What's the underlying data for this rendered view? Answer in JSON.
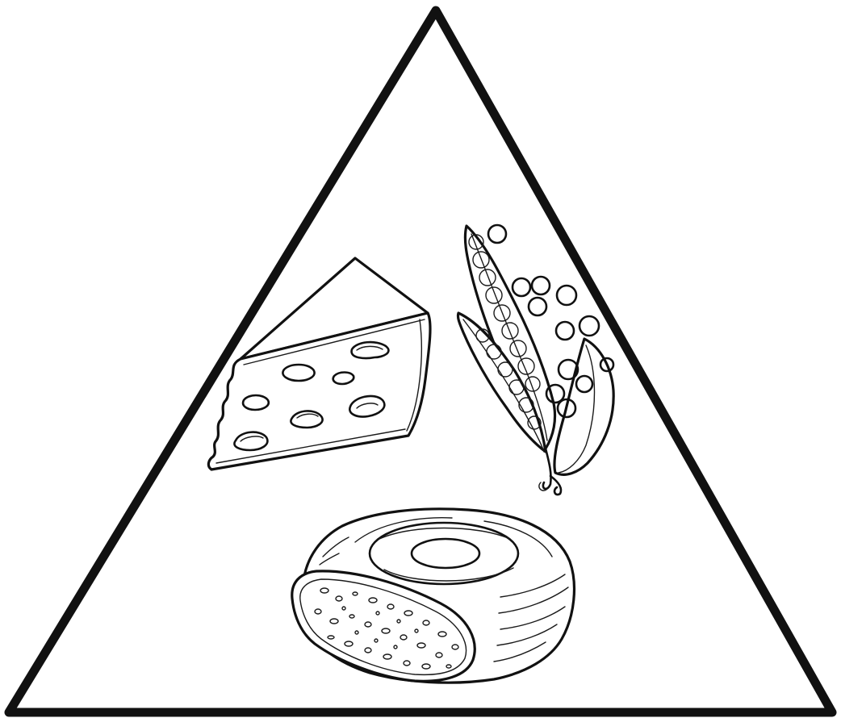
{
  "figure": {
    "outline": "triangle",
    "items": [
      {
        "name": "cheese",
        "icon": "cheese-wedge-icon"
      },
      {
        "name": "peas",
        "icon": "pea-pod-icon"
      },
      {
        "name": "bread",
        "icon": "bread-loaf-icon"
      }
    ],
    "colors": {
      "ink": "#111111",
      "paper": "#ffffff"
    }
  }
}
